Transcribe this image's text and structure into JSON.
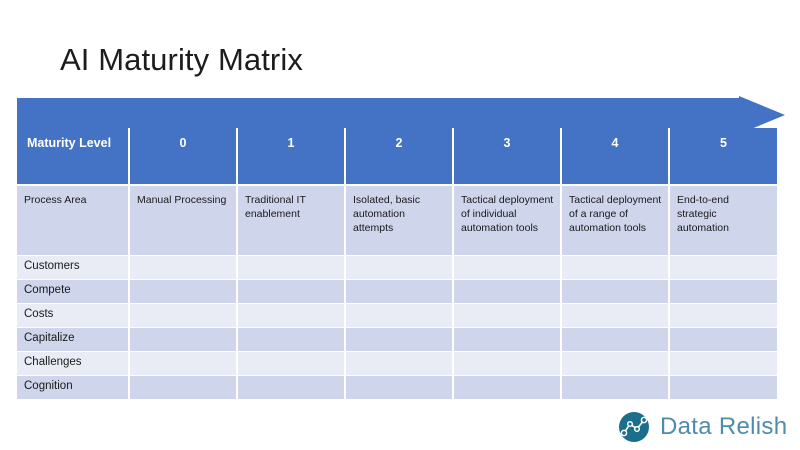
{
  "slide": {
    "title": "AI Maturity Matrix",
    "accent_color": "#4472C4",
    "band_dark_color": "#CFD5EA",
    "band_light_color": "#E9EBF5"
  },
  "arrows": {
    "maturity_progression": "right-arrow",
    "process_area_drilldown": "down-arrow"
  },
  "table": {
    "header": [
      "Maturity Level",
      "0",
      "1",
      "2",
      "3",
      "4",
      "5"
    ],
    "description_row": [
      "Process Area",
      "Manual Processing",
      "Traditional IT enablement",
      "Isolated, basic automation attempts",
      "Tactical deployment of individual automation tools",
      "Tactical deployment of a range of automation tools",
      "End-to-end strategic automation"
    ],
    "rows": [
      {
        "label": "Customers",
        "cells": [
          "",
          "",
          "",
          "",
          "",
          ""
        ]
      },
      {
        "label": "Compete",
        "cells": [
          "",
          "",
          "",
          "",
          "",
          ""
        ]
      },
      {
        "label": "Costs",
        "cells": [
          "",
          "",
          "",
          "",
          "",
          ""
        ]
      },
      {
        "label": "Capitalize",
        "cells": [
          "",
          "",
          "",
          "",
          "",
          ""
        ]
      },
      {
        "label": "Challenges",
        "cells": [
          "",
          "",
          "",
          "",
          "",
          ""
        ]
      },
      {
        "label": "Cognition",
        "cells": [
          "",
          "",
          "",
          "",
          "",
          ""
        ]
      }
    ]
  },
  "logo": {
    "name": "Data Relish",
    "icon": "line-chart-circle-icon",
    "color": "#4E8CAE"
  }
}
